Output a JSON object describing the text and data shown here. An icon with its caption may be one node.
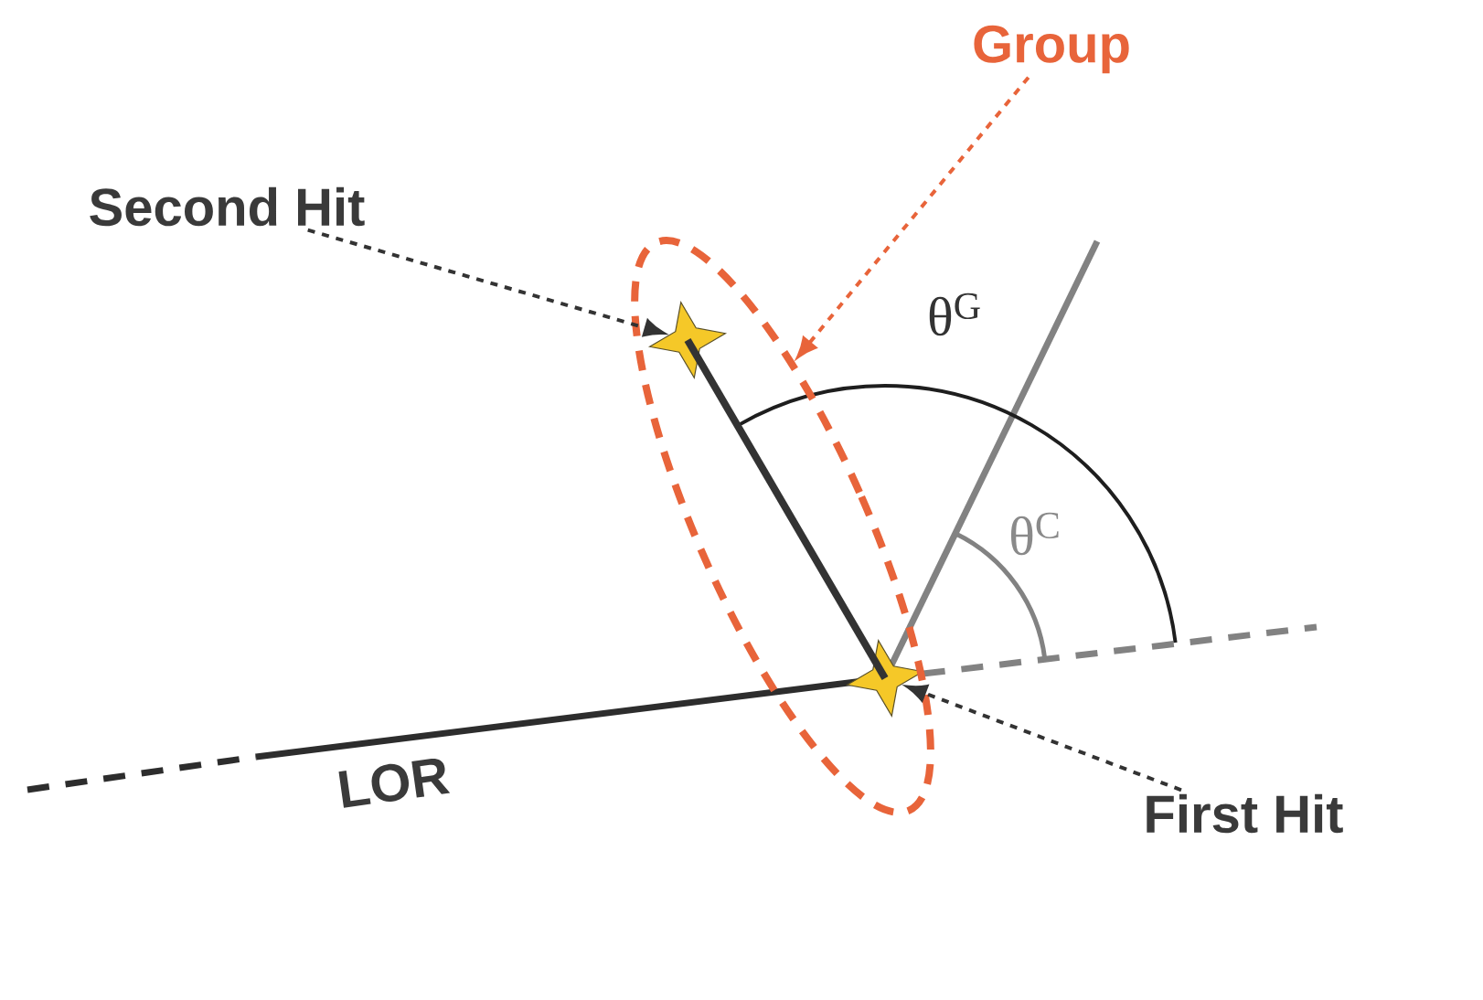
{
  "diagram": {
    "nodes": [
      {
        "text": [
          "Group"
        ]
      },
      {
        "text": [
          "Second Hit"
        ]
      },
      {
        "text": [
          "First Hit"
        ]
      },
      {
        "text": [],
        "shape": "star",
        "in": 5
      },
      {
        "text": [],
        "shape": "star",
        "in": 5
      },
      {
        "text": [],
        "shape": "ellipse"
      }
    ],
    "edges": [
      {
        "from": 0,
        "to": 5,
        "arrow": "to",
        "style": "dashed",
        "color": "#e8643a"
      },
      {
        "from": 1,
        "to": 3,
        "arrow": "to",
        "style": "dashed"
      },
      {
        "from": 2,
        "to": 4,
        "arrow": "to",
        "style": "dashed"
      },
      {
        "from": 4,
        "to": 3,
        "arrow": "none",
        "style": "thick"
      }
    ],
    "labels": [
      "LOR",
      "θ$^{G}$",
      "θ$^{C}$"
    ]
  }
}
